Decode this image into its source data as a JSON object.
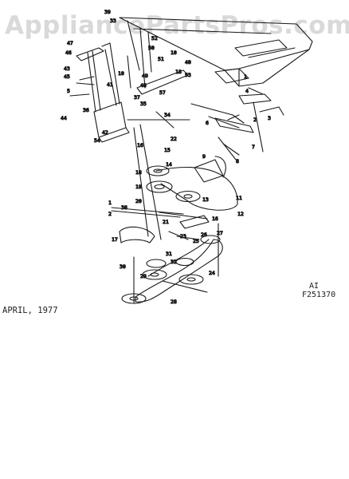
{
  "watermark": "AppliancePartsPros.com",
  "diagram": {
    "code_line1": "AI",
    "code_line2": "F251370",
    "date": "APRIL, 1977",
    "callouts": [
      "39",
      "33",
      "52",
      "10",
      "40",
      "18",
      "51",
      "10",
      "49",
      "48",
      "57",
      "37",
      "35",
      "34",
      "43",
      "46",
      "15",
      "22",
      "14",
      "16",
      "18",
      "19",
      "20",
      "13",
      "11",
      "5",
      "4",
      "3",
      "2",
      "1",
      "6",
      "7",
      "8",
      "9",
      "12",
      "17",
      "16",
      "26",
      "27",
      "31",
      "32",
      "21",
      "23",
      "25",
      "36",
      "44",
      "45",
      "47",
      "38",
      "1",
      "2",
      "29",
      "30",
      "28",
      "24",
      "41",
      "42",
      "50",
      "53",
      "54"
    ]
  }
}
